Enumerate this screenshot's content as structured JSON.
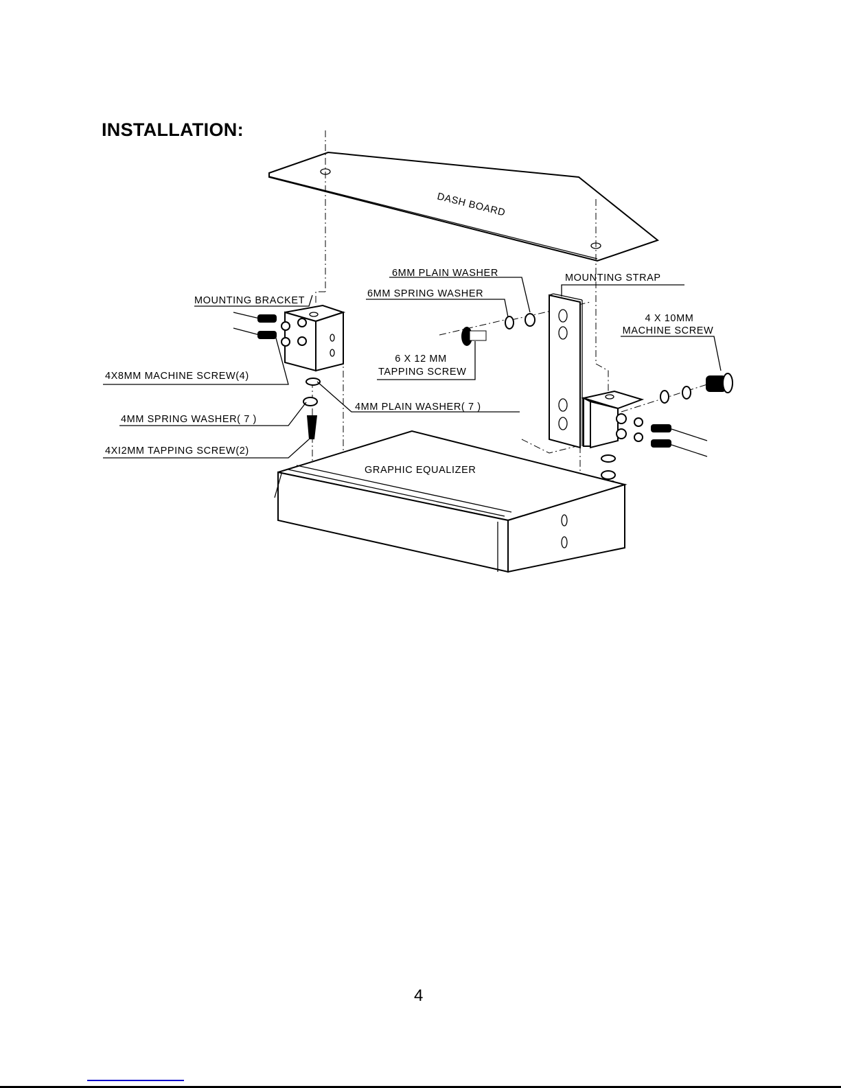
{
  "page": {
    "title": "INSTALLATION:",
    "page_number": "4"
  },
  "diagram": {
    "dash_board": "DASH BOARD",
    "graphic_equalizer": "GRAPHIC EQUALIZER",
    "mounting_bracket": "MOUNTING BRACKET",
    "mounting_strap": "MOUNTING STRAP",
    "plain_washer_6mm": "6MM PLAIN WASHER",
    "spring_washer_6mm": "6MM SPRING WASHER",
    "tapping_screw_6x12_line1": "6 X 12 MM",
    "tapping_screw_6x12_line2": "TAPPING SCREW",
    "machine_screw_4x10_line1": "4 X 10MM",
    "machine_screw_4x10_line2": "MACHINE SCREW",
    "machine_screw_4x8": "4X8MM  MACHINE  SCREW(4)",
    "plain_washer_4mm": "4MM  PLAIN  WASHER( 7 )",
    "spring_washer_4mm": "4MM  SPRING  WASHER( 7 )",
    "tapping_screw_4x12": "4XI2MM  TAPPING  SCREW(2)"
  }
}
